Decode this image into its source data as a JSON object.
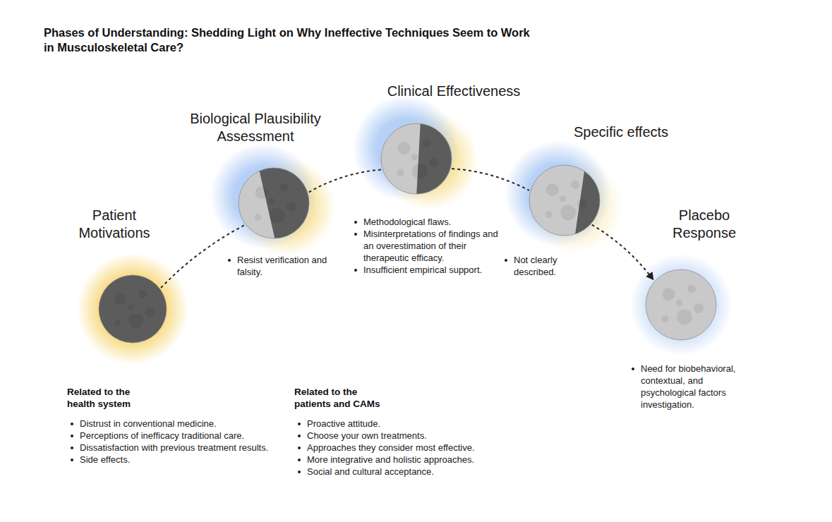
{
  "diagram": {
    "title": "Phases of Understanding: Shedding Light on Why Ineffective Techniques Seem to Work in Musculoskeletal Care?",
    "nodes": [
      {
        "text": [
          "Patient Motivations"
        ]
      },
      {
        "text": [
          "Biological Plausibility Assessment",
          "Resist verification and falsity."
        ]
      },
      {
        "text": [
          "Clinical Effectiveness",
          "Methodological flaws.",
          "Misinterpretations of findings and an overestimation of their therapeutic efficacy.",
          "Insufficient empirical support."
        ]
      },
      {
        "text": [
          "Specific effects",
          "Not clearly described."
        ]
      },
      {
        "text": [
          "Placebo Response",
          "Need for biobehavioral, contextual, and psychological factors investigation."
        ]
      }
    ],
    "edges": [
      {
        "from": 0,
        "to": 1,
        "arrow": "none"
      },
      {
        "from": 1,
        "to": 2,
        "arrow": "none"
      },
      {
        "from": 2,
        "to": 3,
        "arrow": "none"
      },
      {
        "from": 3,
        "to": 4,
        "arrow": "to"
      }
    ],
    "labels": [
      "Related to the health system",
      "Distrust in conventional medicine.",
      "Perceptions of inefficacy traditional care.",
      "Dissatisfaction with previous treatment results.",
      "Side effects.",
      "Related to the patients and CAMs",
      "Proactive attitude.",
      "Choose your own treatments.",
      "Approaches they consider most effective.",
      "More integrative and holistic approaches.",
      "Social and cultural acceptance."
    ]
  }
}
